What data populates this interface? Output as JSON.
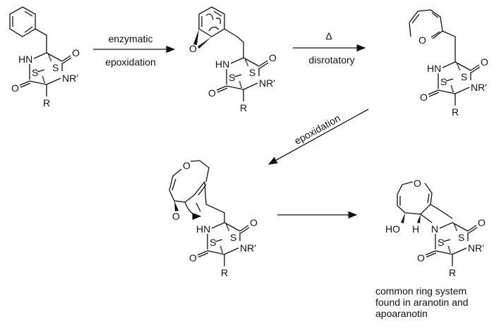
{
  "atoms": {
    "HN": "HN",
    "N": "N",
    "S": "S",
    "NR": "NR'",
    "O": "O",
    "R": "R",
    "HO": "HO",
    "H": "H"
  },
  "arrows": [
    {
      "above": "enzymatic",
      "below": "epoxidation"
    },
    {
      "above": "Δ",
      "below": "disrotatory"
    },
    {
      "label": "epoxidation"
    },
    {
      "label": ""
    }
  ],
  "caption": [
    "common ring system",
    "found in aranotin and",
    "apoaranotin"
  ]
}
